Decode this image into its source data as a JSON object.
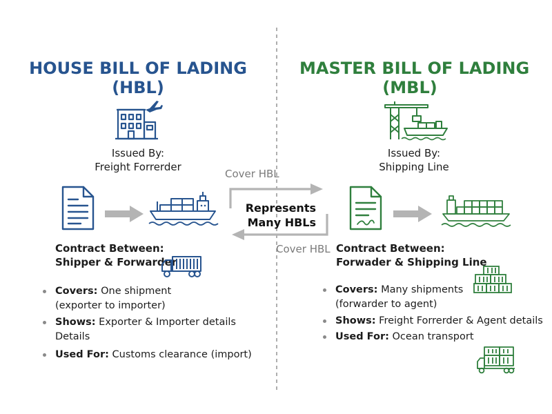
{
  "hbl": {
    "title_line1": "HOUSE BILL OF LADING",
    "title_line2": "(HBL)",
    "issued_label": "Issued By:",
    "issued_value": "Freight Forrerder",
    "contract_line1": "Contract Between:",
    "contract_line2": "Shipper & Forwarder",
    "bullets": [
      {
        "key": "Covers:",
        "text": " One shipment",
        "line2": "(exporter to importer)"
      },
      {
        "key": "Shows:",
        "text": " Exporter & Importer details",
        "line2": "Details"
      },
      {
        "key": "Used For:",
        "text": " Customs clearance (import)",
        "line2": ""
      }
    ]
  },
  "mbl": {
    "title_line1": "MASTER BILL OF LADING",
    "title_line2": "(MBL)",
    "issued_label": "Issued By:",
    "issued_value": "Shipping Line",
    "contract_line1": "Contract Between:",
    "contract_line2": "Forwader & Shipping Line",
    "bullets": [
      {
        "key": "Covers:",
        "text": " Many shipments",
        "line2": "(forwarder to agent)"
      },
      {
        "key": "Shows:",
        "text": " Freight Forrerder & Agent details",
        "line2": ""
      },
      {
        "key": "Used For:",
        "text": " Ocean transport",
        "line2": ""
      }
    ]
  },
  "center": {
    "cover_top": "Cover HBL",
    "cover_bottom": "Cover HBL",
    "represents_line1": "Represents",
    "represents_line2": "Many HBLs"
  },
  "icons": {
    "hbl_building": "office-building-with-airplane-icon",
    "mbl_port": "port-crane-with-cargo-ship-icon",
    "hbl_document": "document-icon",
    "mbl_document": "signed-document-icon",
    "hbl_ship": "cargo-ship-icon",
    "mbl_ship": "container-ship-icon",
    "hbl_truck": "container-truck-icon",
    "mbl_containers": "stacked-containers-icon",
    "mbl_truck": "container-truck-icon"
  },
  "colors": {
    "hbl": "#27548f",
    "mbl": "#2f7f3d",
    "arrow": "#b4b4b4",
    "divider": "#9a9a9a"
  }
}
